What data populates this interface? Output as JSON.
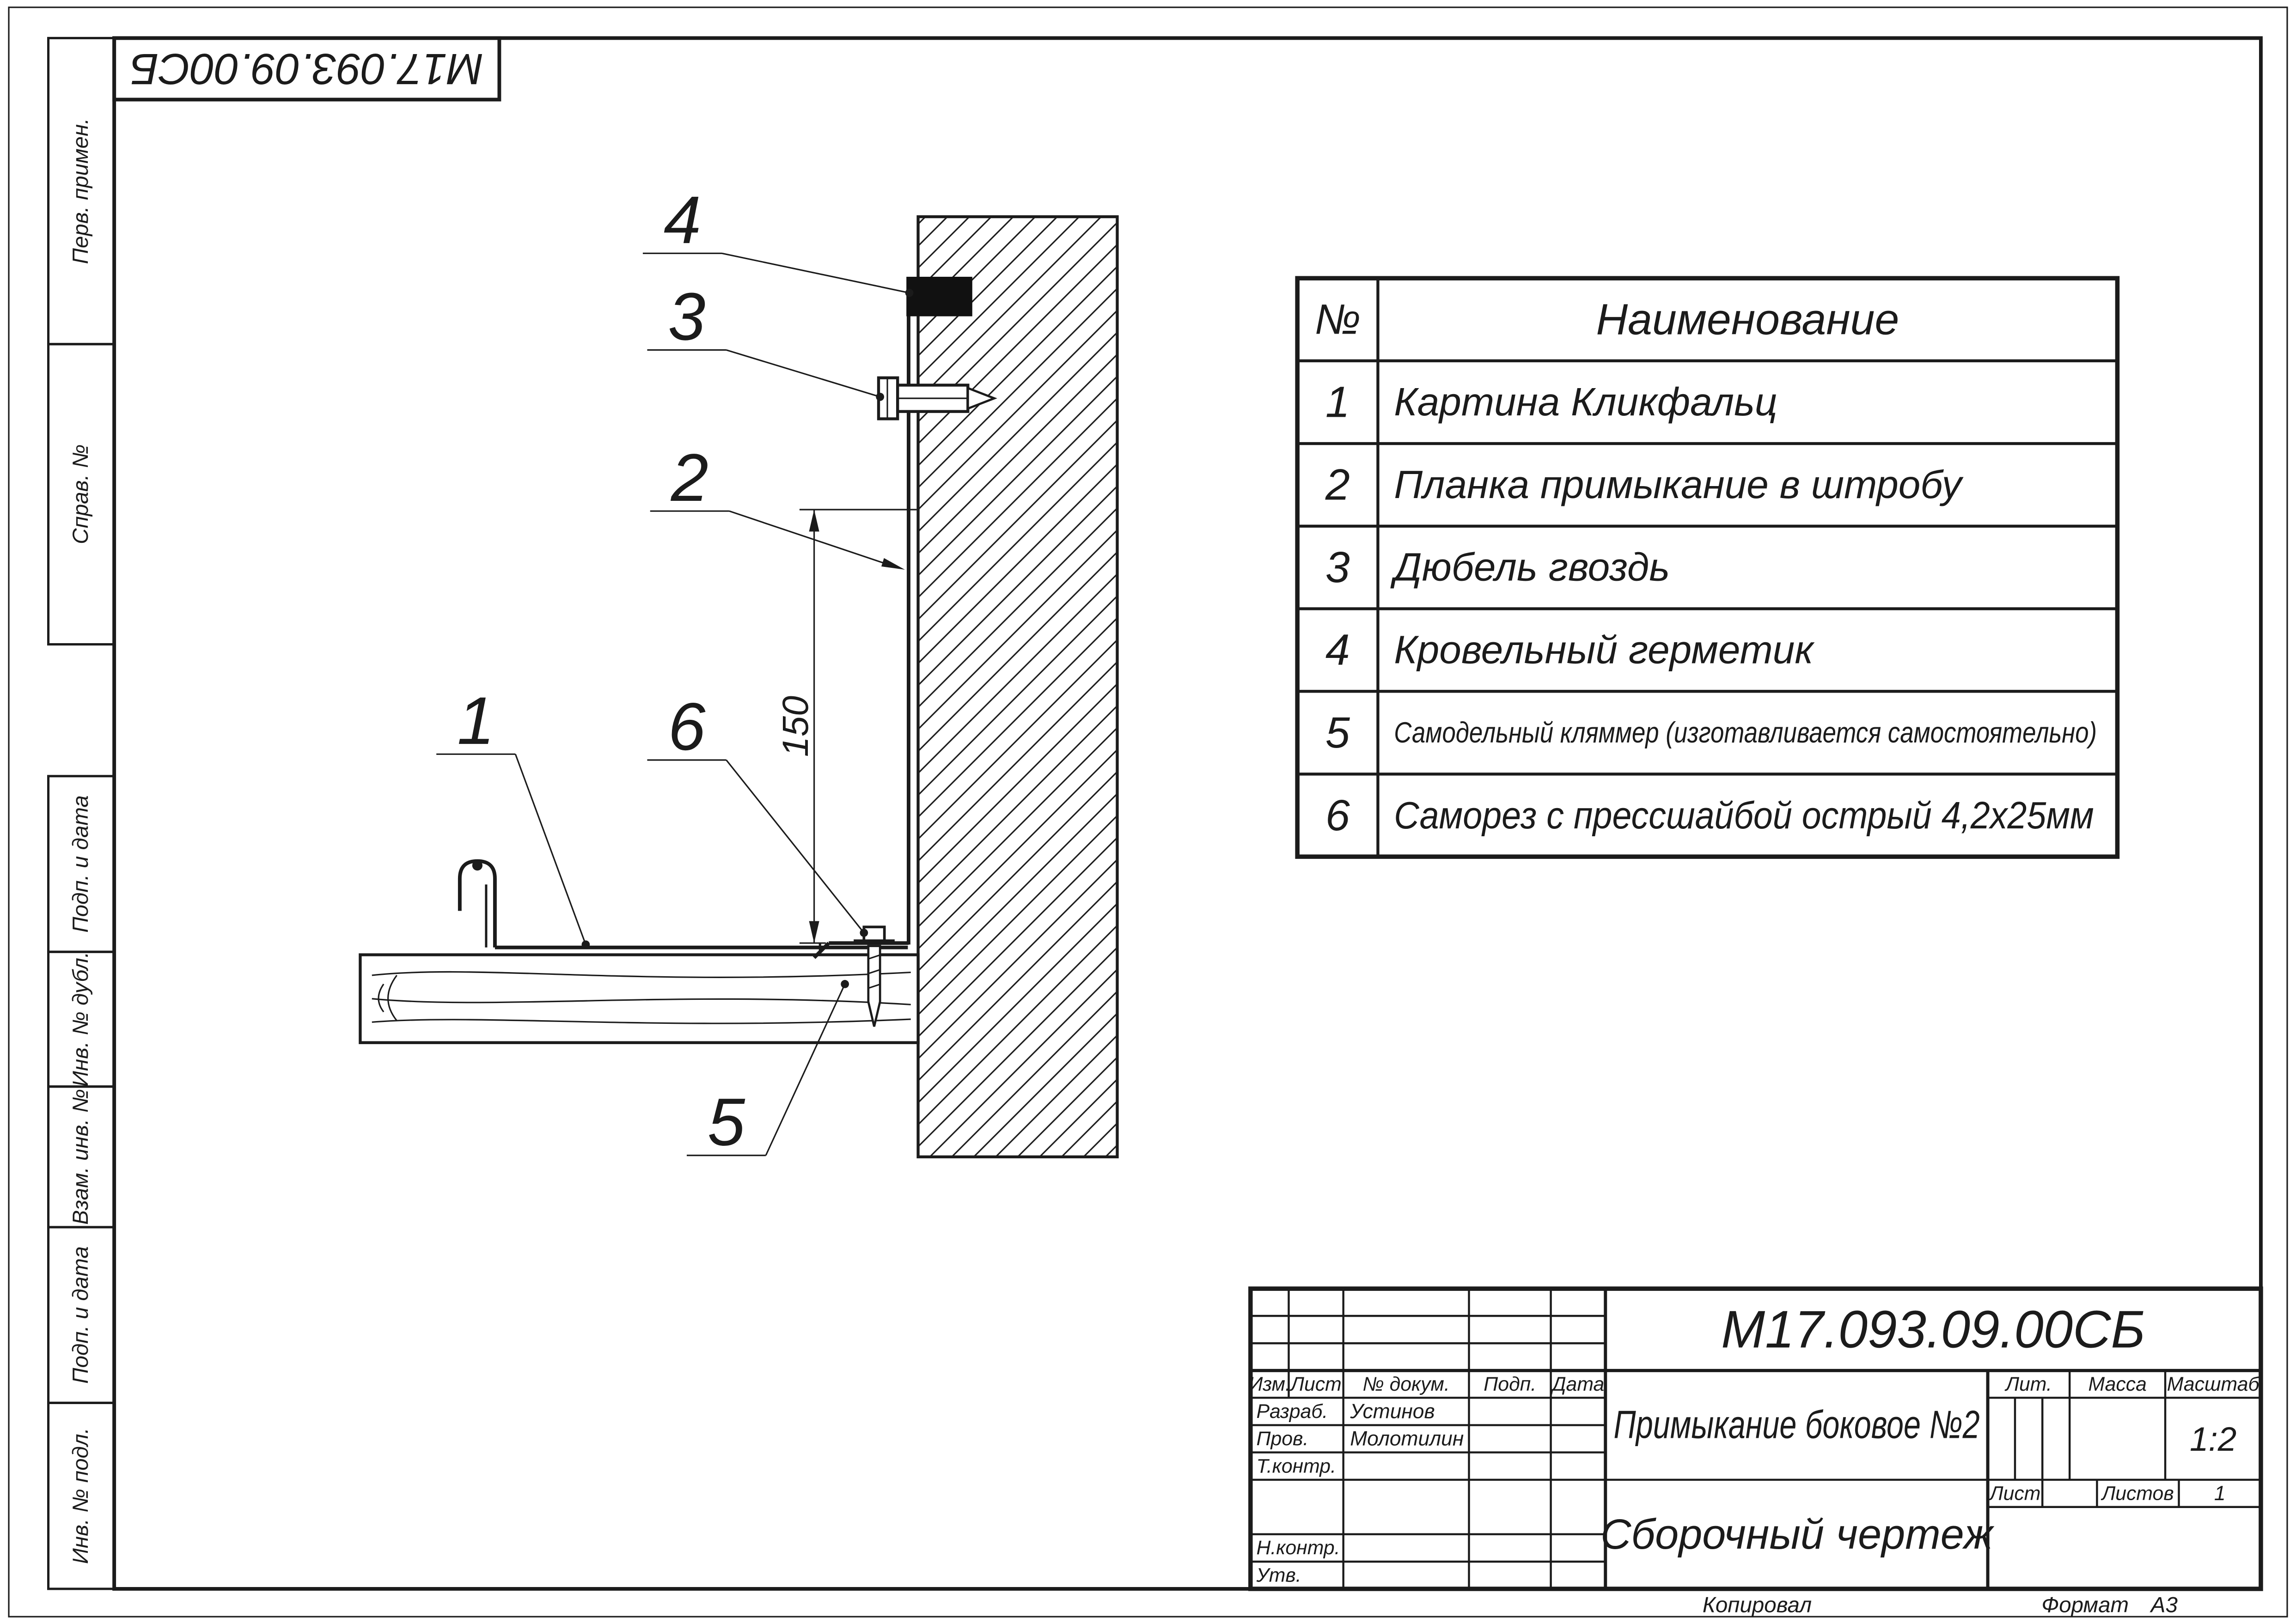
{
  "colors": {
    "ink": "#1b1b1b",
    "paper": "#ffffff"
  },
  "sheet": {
    "top_stamp": "М17.093.09.00СБ",
    "side_column_labels": [
      "Перв. примен.",
      "Справ. №",
      "Подп. и дата",
      "Инв. № дубл.",
      "Взам. инв. №",
      "Подп. и дата",
      "Инв. № подл."
    ],
    "footer": {
      "copied_by": "Копировал",
      "format_label": "Формат",
      "format_value": "А3"
    }
  },
  "drawing": {
    "callouts": [
      "1",
      "2",
      "3",
      "4",
      "5",
      "6"
    ],
    "dimension": "150"
  },
  "parts_table": {
    "header": {
      "num": "№",
      "name": "Наименование"
    },
    "rows": [
      {
        "num": "1",
        "name": "Картина Кликфальц"
      },
      {
        "num": "2",
        "name": "Планка примыкание в штробу"
      },
      {
        "num": "3",
        "name": "Дюбель гвоздь"
      },
      {
        "num": "4",
        "name": "Кровельный герметик"
      },
      {
        "num": "5",
        "name": "Самодельный кляммер (изготавливается самостоятельно)"
      },
      {
        "num": "6",
        "name": "Саморез с прессшайбой острый 4,2х25мм"
      }
    ]
  },
  "title_block": {
    "doc_number": "М17.093.09.00СБ",
    "product_title": "Примыкание боковое №2",
    "document_type": "Сборочный чертеж",
    "scale_value": "1:2",
    "sheets_value": "1",
    "labels": {
      "izm": "Изм.",
      "list": "Лист",
      "doc_no": "№ докум.",
      "podp": "Подп.",
      "data": "Дата",
      "razrab": "Разраб.",
      "prov": "Пров.",
      "tkontr": "Т.контр.",
      "nkontr": "Н.контр.",
      "utv": "Утв.",
      "lit": "Лит.",
      "massa": "Масса",
      "masshtab": "Масштаб",
      "list2": "Лист",
      "listov": "Листов"
    },
    "people": {
      "razrab": "Устинов",
      "prov": "Молотилин"
    }
  }
}
